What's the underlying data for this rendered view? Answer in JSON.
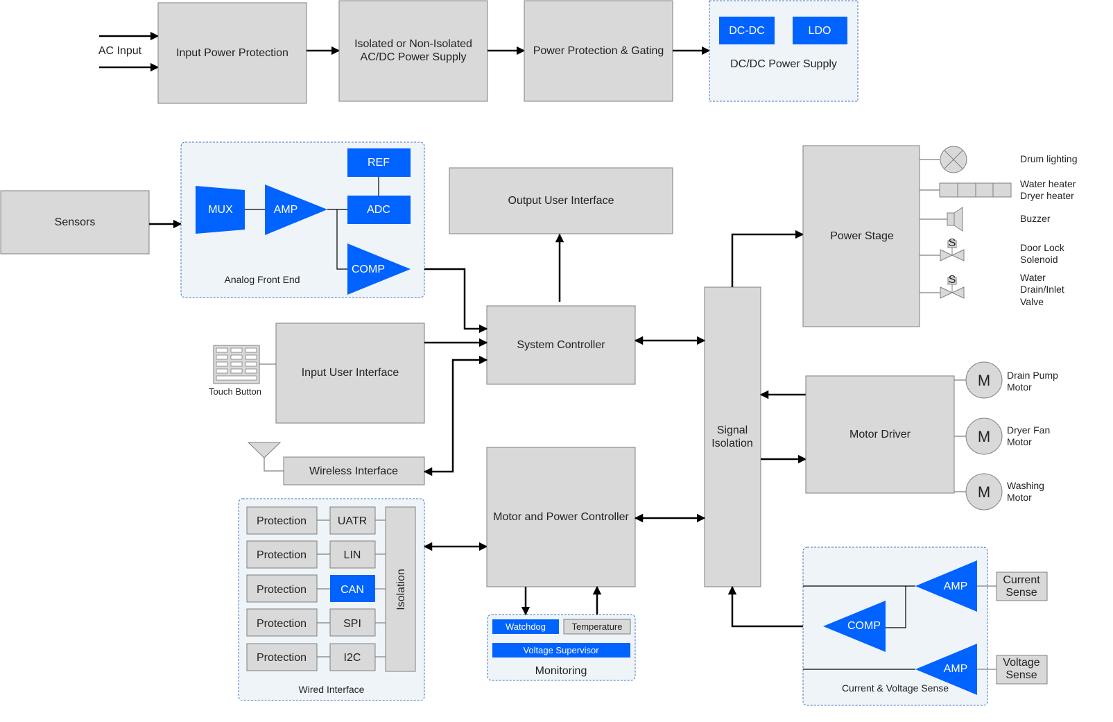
{
  "power_chain": {
    "ac_input": "AC Input",
    "input_protection": "Input Power Protection",
    "acdc_line1": "Isolated or Non-Isolated",
    "acdc_line2": "AC/DC Power Supply",
    "protection_gating": "Power Protection & Gating",
    "dcdc_group_label": "DC/DC Power Supply",
    "dcdc": "DC-DC",
    "ldo": "LDO"
  },
  "sensors": "Sensors",
  "afe": {
    "label": "Analog Front End",
    "mux": "MUX",
    "amp": "AMP",
    "ref": "REF",
    "adc": "ADC",
    "comp": "COMP"
  },
  "output_ui": "Output User Interface",
  "input_ui": "Input User Interface",
  "touch_button": "Touch Button",
  "wireless": "Wireless Interface",
  "system_controller": "System Controller",
  "motor_power_controller": "Motor and Power Controller",
  "signal_isolation": [
    "Signal",
    "Isolation"
  ],
  "power_stage": "Power Stage",
  "loads": {
    "drum_lighting": "Drum lighting",
    "heater_line1": "Water heater",
    "heater_line2": "Dryer heater",
    "buzzer": "Buzzer",
    "doorlock_line1": "Door Lock",
    "doorlock_line2": "Solenoid",
    "valve_line1": "Water",
    "valve_line2": "Drain/Inlet",
    "valve_line3": "Valve"
  },
  "motor_driver": "Motor Driver",
  "motors": [
    {
      "symbol": "M",
      "line1": "Drain Pump",
      "line2": "Motor"
    },
    {
      "symbol": "M",
      "line1": "Dryer Fan",
      "line2": "Motor"
    },
    {
      "symbol": "M",
      "line1": "Washing",
      "line2": "Motor"
    }
  ],
  "wired": {
    "label": "Wired Interface",
    "protection": [
      "Protection",
      "Protection",
      "Protection",
      "Protection",
      "Protection"
    ],
    "buses": [
      "UATR",
      "LIN",
      "CAN",
      "SPI",
      "I2C"
    ],
    "isolation": "Isolation"
  },
  "monitoring": {
    "label": "Monitoring",
    "watchdog": "Watchdog",
    "temperature": "Temperature",
    "voltage_supervisor": "Voltage Supervisor"
  },
  "sense": {
    "label": "Current & Voltage Sense",
    "amp1": "AMP",
    "comp": "COMP",
    "amp2": "AMP",
    "current_line1": "Current",
    "current_line2": "Sense",
    "voltage_line1": "Voltage",
    "voltage_line2": "Sense"
  },
  "colors": {
    "block_fill": "#d9d9d9",
    "accent_blue": "#0062ff",
    "group_fill": "#eef4f8",
    "group_border": "#4472c4"
  }
}
